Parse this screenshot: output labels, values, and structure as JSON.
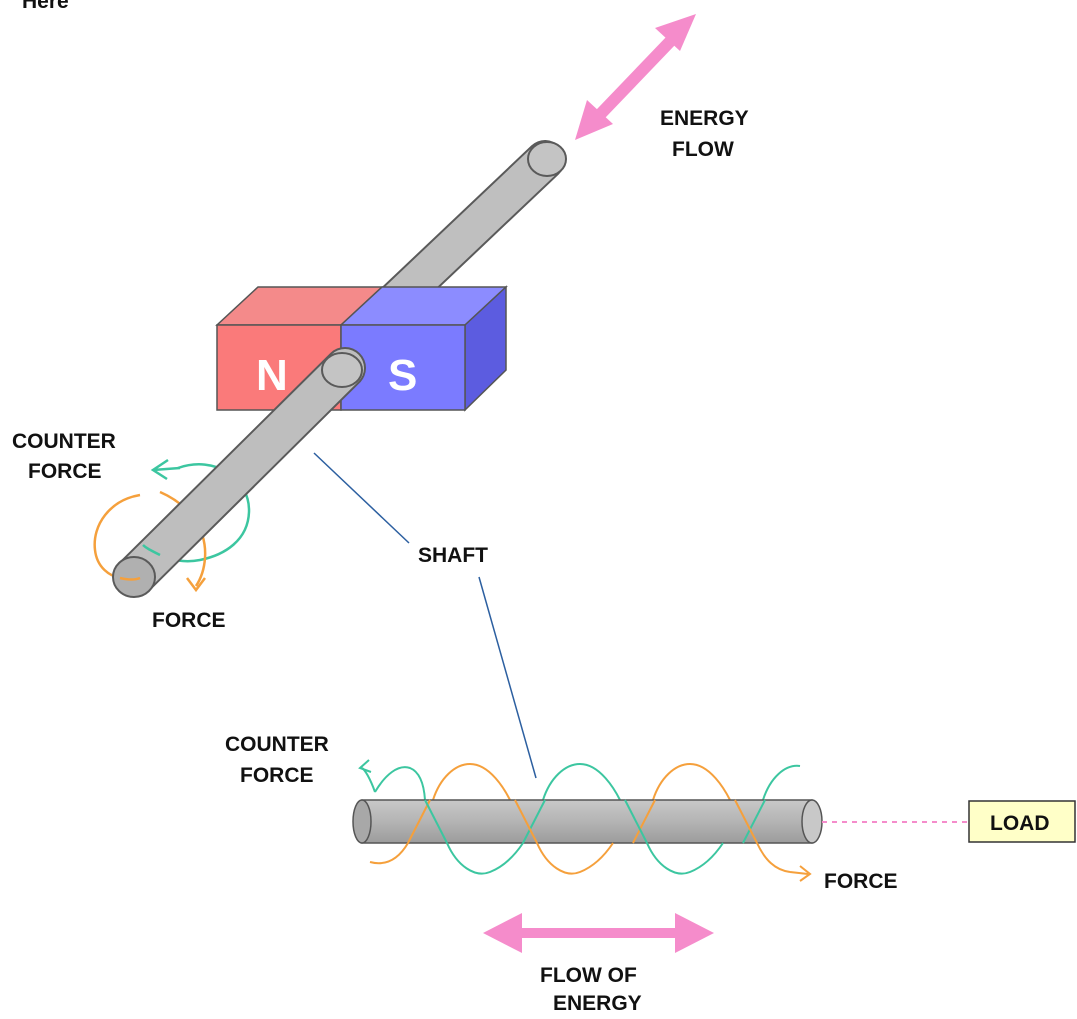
{
  "top_clip_text": "Here",
  "labels": {
    "energy_flow_line1": "ENERGY",
    "energy_flow_line2": "FLOW",
    "counter_force_top_line1": "COUNTER",
    "counter_force_top_line2": "FORCE",
    "force_top": "FORCE",
    "shaft": "SHAFT",
    "counter_force_bottom_line1": "COUNTER",
    "counter_force_bottom_line2": "FORCE",
    "force_bottom": "FORCE",
    "flow_of_energy_line1": "FLOW OF",
    "flow_of_energy_line2": "ENERGY",
    "load": "LOAD"
  },
  "magnet": {
    "north": "N",
    "south": "S"
  },
  "colors": {
    "north": "#fa7a7a",
    "south": "#7b7bff",
    "shaft": "#bfbfbf",
    "counter_force": "#3cc6a0",
    "force": "#f5a03c",
    "energy_arrow": "#f58ccb",
    "leader_line": "#2c5fa0",
    "load_box": "#ffffc8"
  }
}
